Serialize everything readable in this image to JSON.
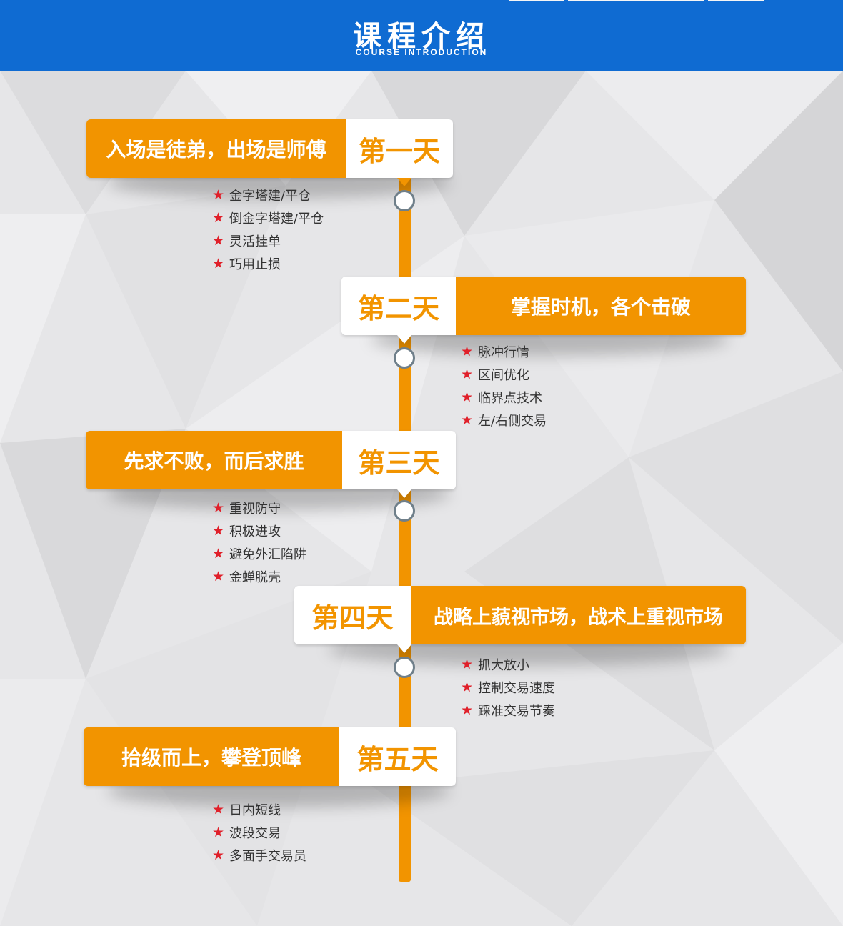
{
  "header": {
    "title": "课程介绍",
    "subtitle": "COURSE INTRODUCTION"
  },
  "colors": {
    "header_blue": "#0f6bd2",
    "accent_orange": "#f29400",
    "star_red": "#e0202a",
    "node_ring": "#6f7f8a"
  },
  "icons": {
    "bullet": "star-icon"
  },
  "star_char": "★",
  "days": [
    {
      "day": "第一天",
      "slogan": "入场是徒弟，出场是师傅",
      "items": [
        "金字塔建/平仓",
        "倒金字塔建/平仓",
        "灵活挂单",
        "巧用止损"
      ]
    },
    {
      "day": "第二天",
      "slogan": "掌握时机，各个击破",
      "items": [
        "脉冲行情",
        "区间优化",
        "临界点技术",
        "左/右侧交易"
      ]
    },
    {
      "day": "第三天",
      "slogan": "先求不败，而后求胜",
      "items": [
        "重视防守",
        "积极进攻",
        "避免外汇陷阱",
        "金蝉脱壳"
      ]
    },
    {
      "day": "第四天",
      "slogan": "战略上藐视市场，战术上重视市场",
      "items": [
        "抓大放小",
        "控制交易速度",
        "踩准交易节奏"
      ]
    },
    {
      "day": "第五天",
      "slogan": "拾级而上，攀登顶峰",
      "items": [
        "日内短线",
        "波段交易",
        "多面手交易员"
      ]
    }
  ]
}
